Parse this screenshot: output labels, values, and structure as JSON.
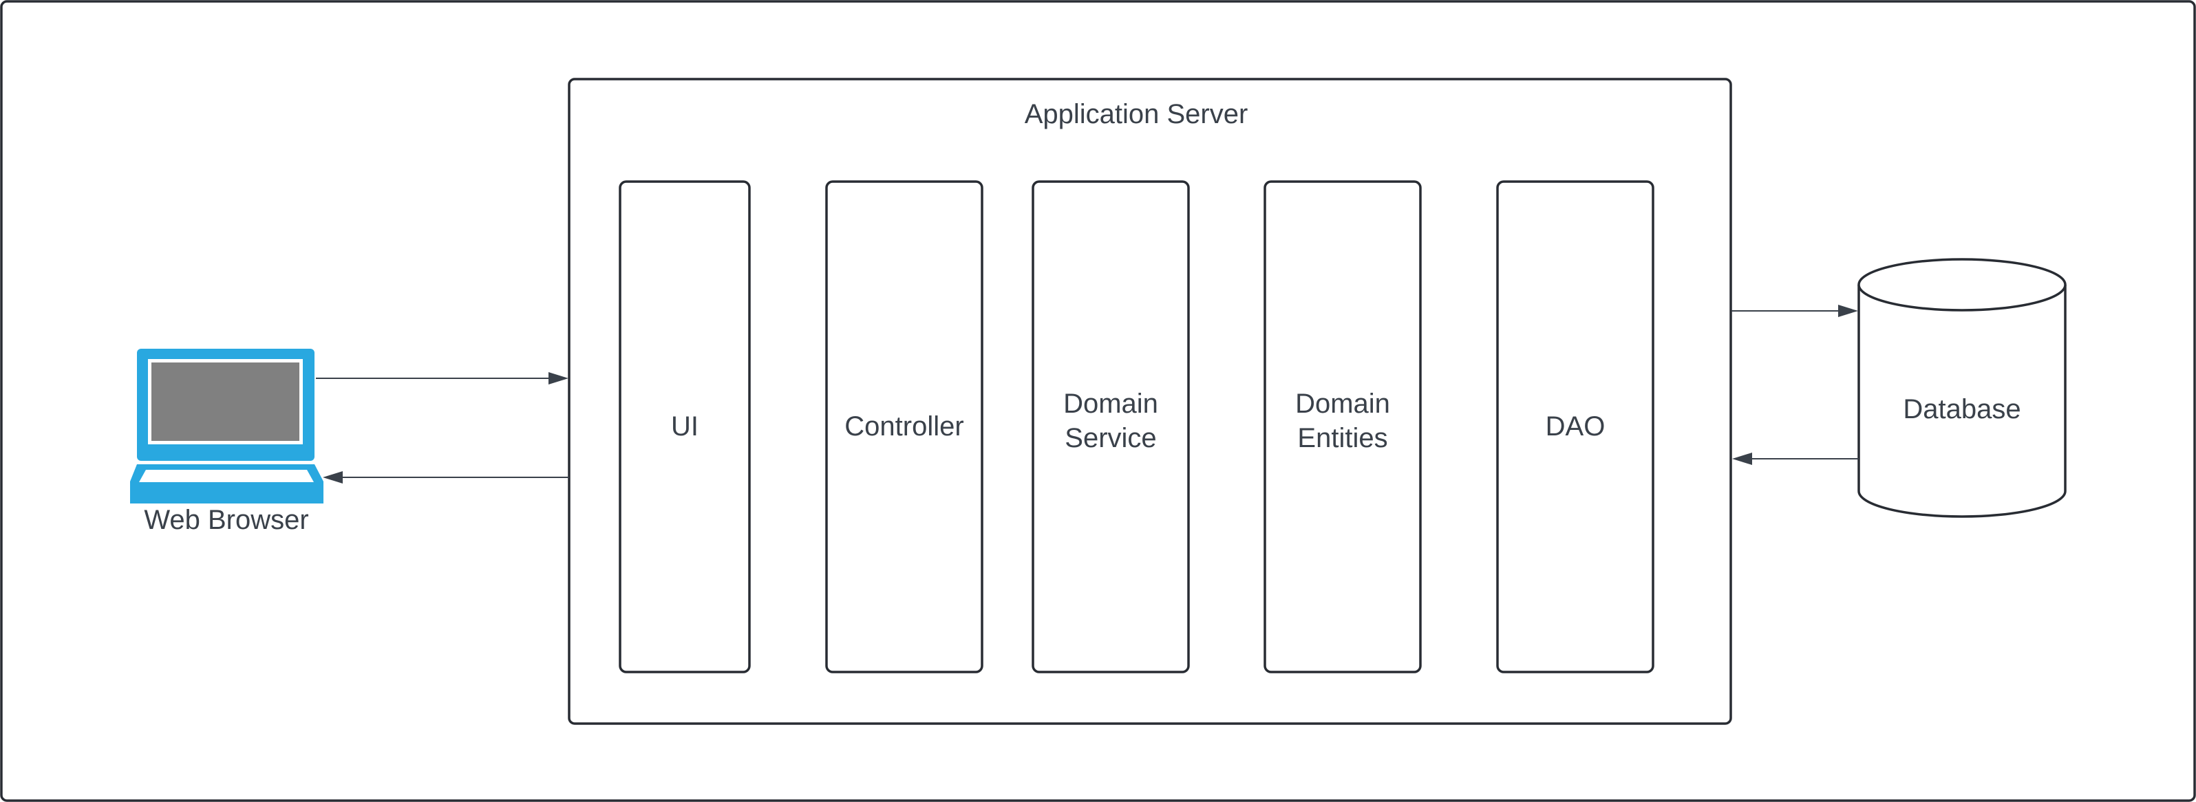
{
  "diagram": {
    "application_server": {
      "title": "Application Server",
      "layers": [
        {
          "lines": [
            "UI"
          ]
        },
        {
          "lines": [
            "Controller"
          ]
        },
        {
          "lines": [
            "Domain",
            "Service"
          ]
        },
        {
          "lines": [
            "Domain",
            "Entities"
          ]
        },
        {
          "lines": [
            "DAO"
          ]
        }
      ]
    },
    "web_browser": {
      "label": "Web Browser",
      "icon": "laptop-icon",
      "icon_color": "#29a8e0",
      "screen_color": "#808080"
    },
    "database": {
      "label": "Database",
      "icon": "cylinder"
    },
    "colors": {
      "border": "#282c33",
      "text": "#3a414a",
      "arrow": "#3a414a"
    }
  }
}
